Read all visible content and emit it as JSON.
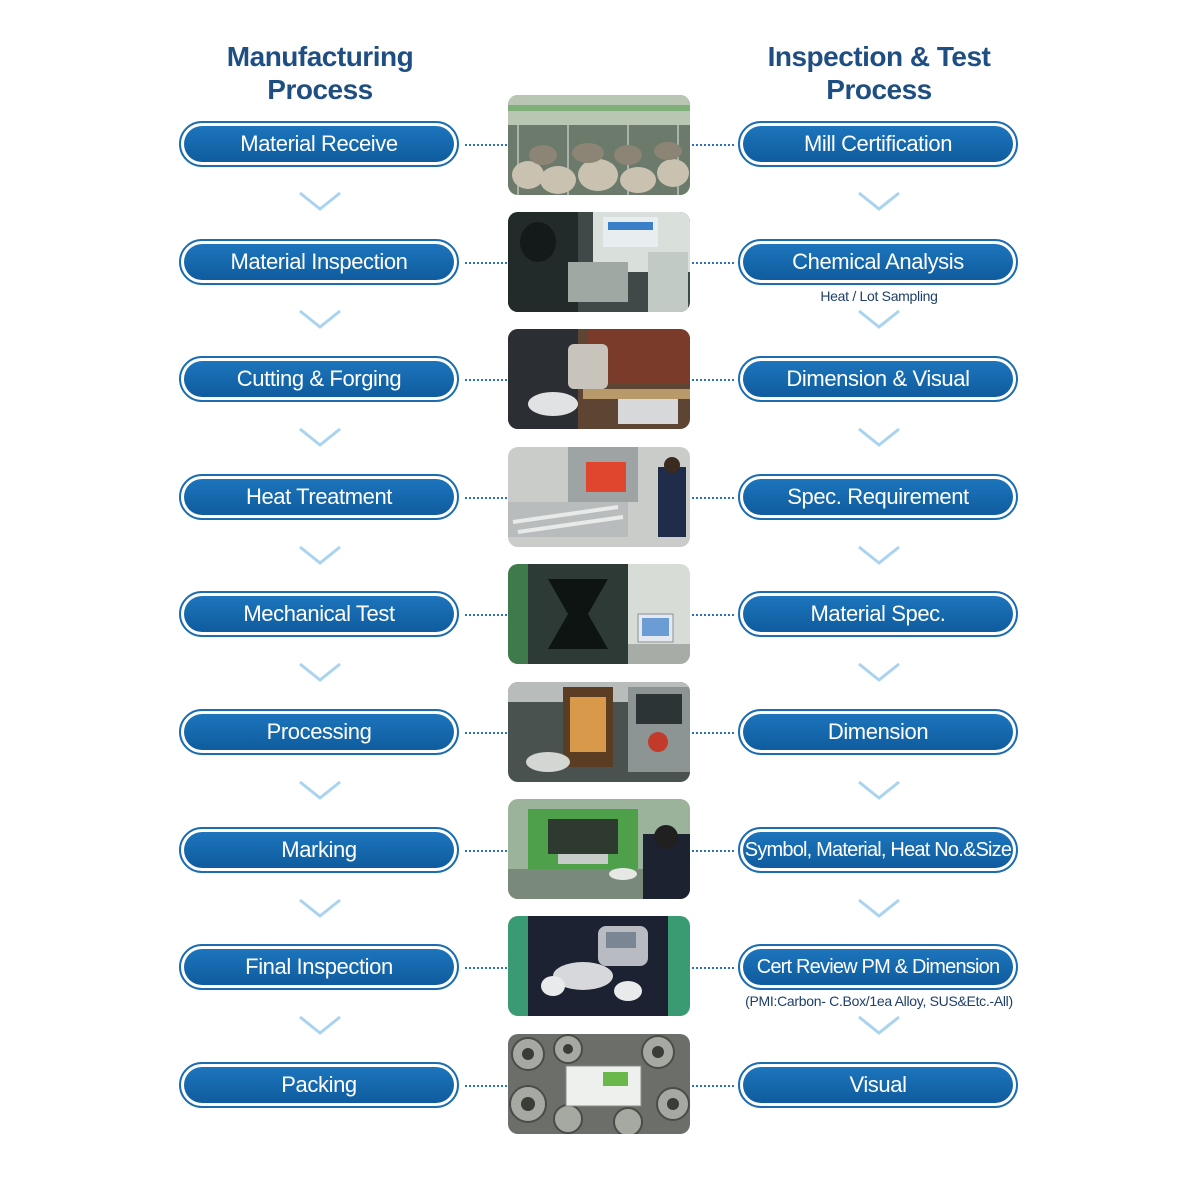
{
  "titles": {
    "left_line1": "Manufacturing",
    "left_line2": "Process",
    "right_line1": "Inspection & Test",
    "right_line2": "Process"
  },
  "manufacturing_steps": [
    "Material Receive",
    "Material Inspection",
    "Cutting & Forging",
    "Heat Treatment",
    "Mechanical Test",
    "Processing",
    "Marking",
    "Final Inspection",
    "Packing"
  ],
  "inspection_steps": [
    "Mill Certification",
    "Chemical Analysis",
    "Dimension & Visual",
    "Spec. Requirement",
    "Material Spec.",
    "Dimension",
    "Symbol, Material, Heat No.&Size",
    "Cert Review PM & Dimension",
    "Visual"
  ],
  "notes": {
    "chemical_analysis": "Heat / Lot Sampling",
    "cert_review": "(PMI:Carbon- C.Box/1ea Alloy, SUS&Etc.-All)"
  },
  "colors": {
    "title": "#1f4f82",
    "pill_fill": "#1669ad",
    "pill_border": "#1b6cb0",
    "chevron": "#a9d3ef",
    "dots": "#2a74b5"
  },
  "photos": [
    "material-stock-photo",
    "material-inspection-photo",
    "cutting-forging-photo",
    "heat-treatment-photo",
    "mechanical-test-photo",
    "processing-photo",
    "marking-photo",
    "final-inspection-photo",
    "packing-photo"
  ]
}
